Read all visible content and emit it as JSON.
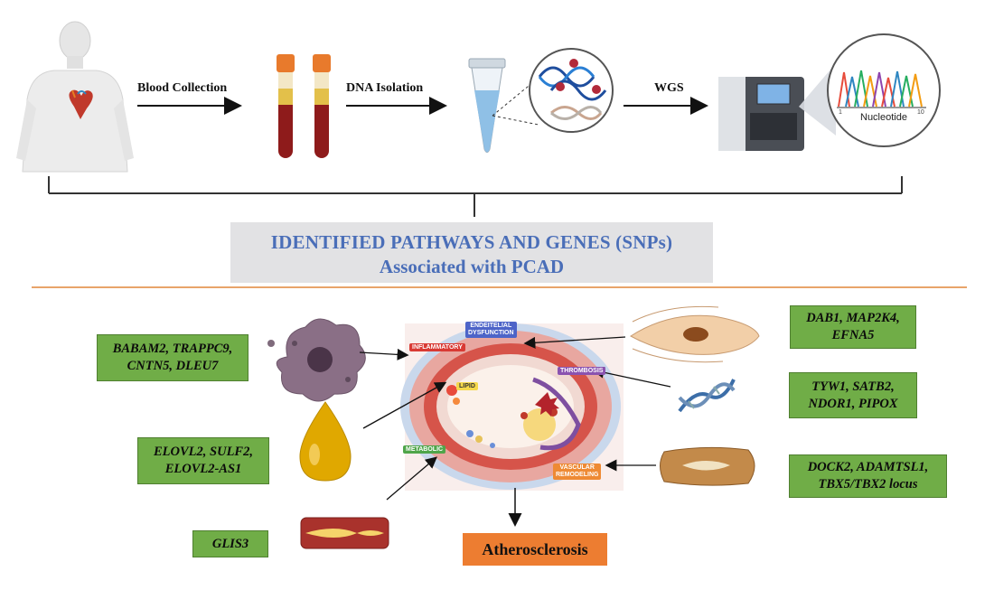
{
  "workflow": {
    "steps": [
      {
        "label": "Blood Collection"
      },
      {
        "label": "DNA Isolation"
      },
      {
        "label": "WGS"
      }
    ],
    "sequencer_readout": {
      "label": "Nucleotide",
      "tick_start": "1",
      "tick_end": "10"
    }
  },
  "title": {
    "line1": "IDENTIFIED PATHWAYS AND GENES (SNPs)",
    "line2": "Associated with PCAD"
  },
  "pathway_tags": {
    "endothelial": "ENDEITELIAL\nDYSFUNCTION",
    "inflammatory": "INFLAMMATORY",
    "lipid": "LIPID",
    "thrombosis": "THROMBOSIS",
    "metabolic": "METABOLIC",
    "vascular": "VASCULAR\nREMODELING"
  },
  "gene_groups": {
    "inflammatory": "BABAM2, TRAPPC9, CNTN5, DLEU7",
    "lipid": "ELOVL2, SULF2, ELOVL2-AS1",
    "metabolic": "GLIS3",
    "endothelial": "DAB1, MAP2K4, EFNA5",
    "thrombosis": "TYW1, SATB2, NDOR1, PIPOX",
    "vascular": "DOCK2, ADAMTSL1, TBX5/TBX2 locus"
  },
  "outcome": "Atherosclerosis",
  "colors": {
    "title_text": "#4a6eb8",
    "title_bg": "#e2e2e4",
    "gene_box": "#70ad47",
    "outcome_box": "#ed7d31",
    "divider": "#e8a46a"
  },
  "icons": [
    "human-body-icon",
    "heart-icon",
    "blood-tube-icon",
    "microtube-icon",
    "dna-icon",
    "sequencer-icon",
    "macrophage-icon",
    "lipid-droplet-icon",
    "artery-icon",
    "endothelial-cell-icon",
    "bone-icon"
  ]
}
